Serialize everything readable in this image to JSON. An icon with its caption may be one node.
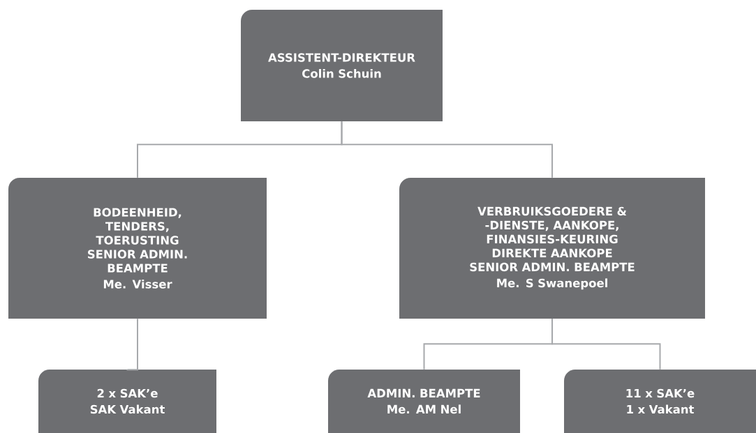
{
  "diagram": {
    "nodes": [
      {
        "text": [
          "ASSISTENT-DIREKTEUR",
          "Colin Schuin"
        ]
      },
      {
        "text": [
          "BODEENHEID, TENDERS, TOERUSTING SENIOR ADMIN. BEAMPTE",
          "Me. Visser"
        ]
      },
      {
        "text": [
          "VERBRUIKSGOEDERE & -DIENSTE, AANKOPE, FINANSIES-KEURING DIREKTE AANKOPE SENIOR ADMIN. BEAMPTE",
          "Me. S Swanepoel"
        ]
      },
      {
        "text": [
          "2 x SAK’e",
          "SAK Vakant"
        ]
      },
      {
        "text": [
          "ADMIN. BEAMPTE",
          "Me. AM Nel"
        ]
      },
      {
        "text": [
          "11 x SAK’e",
          "1 x Vakant"
        ]
      }
    ],
    "edges": [
      {
        "from": 0,
        "to": 1,
        "arrow": "none"
      },
      {
        "from": 0,
        "to": 2,
        "arrow": "none"
      },
      {
        "from": 1,
        "to": 3,
        "arrow": "none"
      },
      {
        "from": 2,
        "to": 4,
        "arrow": "none"
      },
      {
        "from": 2,
        "to": 5,
        "arrow": "none"
      }
    ]
  }
}
